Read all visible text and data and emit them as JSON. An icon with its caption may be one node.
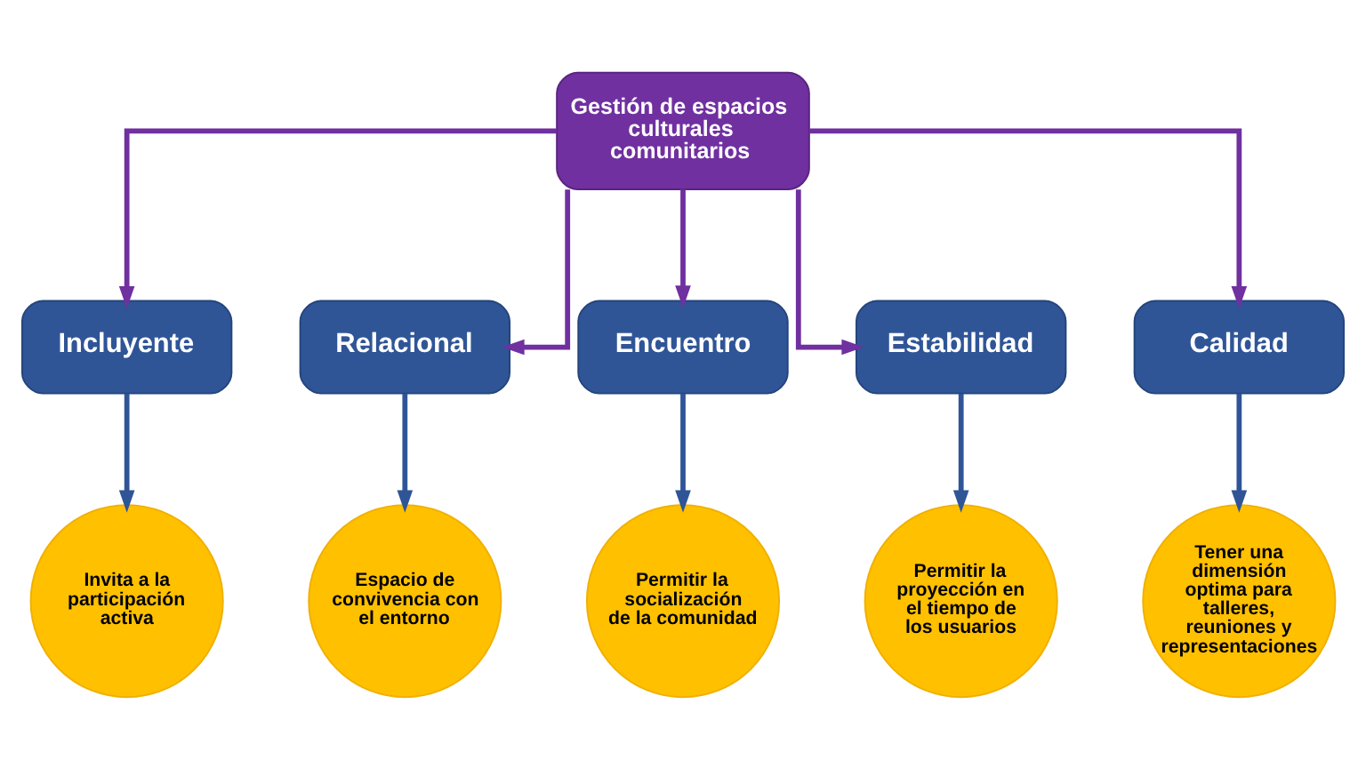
{
  "diagram": {
    "nodes": [
      {
        "text": [
          "Gestión de espacios culturales comunitarios"
        ]
      },
      {
        "text": [
          "Incluyente"
        ]
      },
      {
        "text": [
          "Relacional"
        ]
      },
      {
        "text": [
          "Encuentro"
        ]
      },
      {
        "text": [
          "Estabilidad"
        ]
      },
      {
        "text": [
          "Calidad"
        ]
      },
      {
        "text": [
          "Invita a la participación activa"
        ]
      },
      {
        "text": [
          "Espacio de convivencia con el entorno"
        ]
      },
      {
        "text": [
          "Permitir la socialización de la comunidad"
        ]
      },
      {
        "text": [
          "Permitir la proyección en el tiempo de los usuarios"
        ]
      },
      {
        "text": [
          "Tener una dimensión optima para talleres, reuniones y representaciones"
        ]
      }
    ],
    "edges": [
      {
        "from": 0,
        "to": 1,
        "arrow": "to",
        "color": "#7030a0"
      },
      {
        "from": 0,
        "to": 2,
        "arrow": "to",
        "color": "#7030a0"
      },
      {
        "from": 0,
        "to": 3,
        "arrow": "to",
        "color": "#7030a0"
      },
      {
        "from": 0,
        "to": 4,
        "arrow": "to",
        "color": "#7030a0"
      },
      {
        "from": 0,
        "to": 5,
        "arrow": "to",
        "color": "#7030a0"
      },
      {
        "from": 1,
        "to": 6,
        "arrow": "to"
      },
      {
        "from": 2,
        "to": 7,
        "arrow": "to"
      },
      {
        "from": 3,
        "to": 8,
        "arrow": "to"
      },
      {
        "from": 4,
        "to": 9,
        "arrow": "to"
      },
      {
        "from": 5,
        "to": 10,
        "arrow": "to"
      }
    ]
  }
}
